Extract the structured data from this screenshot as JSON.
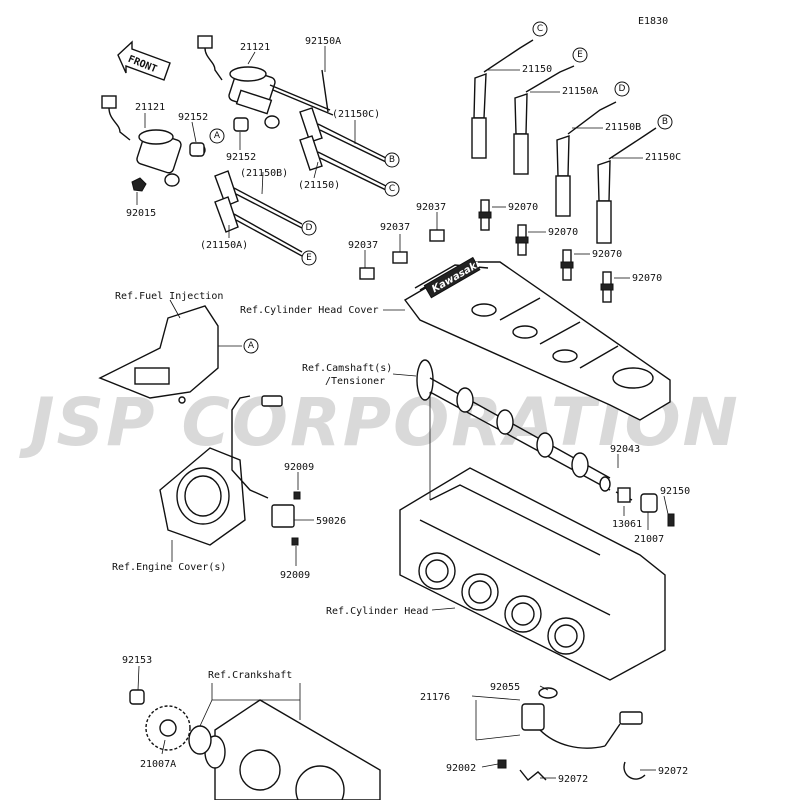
{
  "diagram_code": "E1830",
  "watermark": "JSP CORPORATION",
  "front_arrow": "FRONT",
  "colors": {
    "line": "#111111",
    "watermark": "#d9d9d9",
    "background": "#ffffff"
  },
  "part_labels": {
    "p21121_a": "21121",
    "p21121_b": "21121",
    "p92150A": "92150A",
    "p92152_a": "92152",
    "p92152_b": "92152",
    "p92015": "92015",
    "p21150C_paren": "(21150C)",
    "p21150B_paren": "(21150B)",
    "p21150_paren": "(21150)",
    "p21150A_paren": "(21150A)",
    "p21150": "21150",
    "p21150A": "21150A",
    "p21150B": "21150B",
    "p21150C": "21150C",
    "p92037_a": "92037",
    "p92037_b": "92037",
    "p92037_c": "92037",
    "p92070_a": "92070",
    "p92070_b": "92070",
    "p92070_c": "92070",
    "p92070_d": "92070",
    "p92043": "92043",
    "p92150": "92150",
    "p13061": "13061",
    "p21007": "21007",
    "p92009_a": "92009",
    "p92009_b": "92009",
    "p59026": "59026",
    "p21176": "21176",
    "p92055": "92055",
    "p92002": "92002",
    "p92072_a": "92072",
    "p92072_b": "92072",
    "p92153": "92153",
    "p21007A": "21007A"
  },
  "ref_labels": {
    "fuel_injection": "Ref.Fuel Injection",
    "cylinder_head_cover": "Ref.Cylinder Head Cover",
    "camshaft_line1": "Ref.Camshaft(s)",
    "camshaft_line2": "/Tensioner",
    "engine_cover": "Ref.Engine Cover(s)",
    "cylinder_head": "Ref.Cylinder Head",
    "crankshaft": "Ref.Crankshaft"
  },
  "callouts": {
    "c1": "C",
    "e1": "E",
    "d1": "D",
    "b1": "B",
    "a1": "A",
    "b2": "B",
    "c2": "C",
    "d2": "D",
    "e2": "E",
    "a2": "A"
  },
  "cylinder_head_cover_brand": "Kawasaki"
}
